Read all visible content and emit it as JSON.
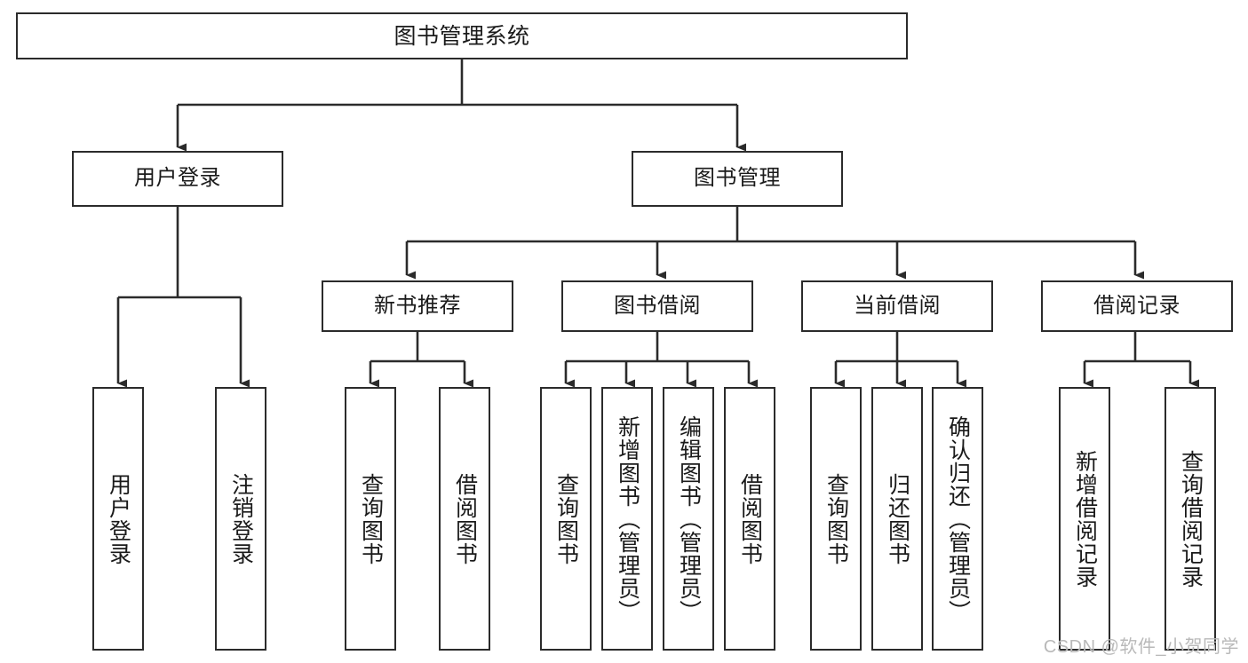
{
  "diagram": {
    "title": "图书管理系统",
    "colors": {
      "box_border": "#2b2b2b",
      "box_fill": "#ffffff",
      "edge": "#2b2b2b",
      "text": "#1a1a1a",
      "watermark": "#b9b9b9",
      "background": "#ffffff"
    },
    "root": {
      "label": "图书管理系统"
    },
    "level1": [
      {
        "label": "用户登录"
      },
      {
        "label": "图书管理"
      }
    ],
    "level2": [
      {
        "label": "新书推荐"
      },
      {
        "label": "图书借阅"
      },
      {
        "label": "当前借阅"
      },
      {
        "label": "借阅记录"
      }
    ],
    "leaves": [
      {
        "label": "用户登录",
        "parent": "用户登录"
      },
      {
        "label": "注销登录",
        "parent": "用户登录"
      },
      {
        "label": "查询图书",
        "parent": "新书推荐"
      },
      {
        "label": "借阅图书",
        "parent": "新书推荐"
      },
      {
        "label": "查询图书",
        "parent": "图书借阅"
      },
      {
        "label": "新增图书（管理员）",
        "parent": "图书借阅"
      },
      {
        "label": "编辑图书（管理员）",
        "parent": "图书借阅"
      },
      {
        "label": "借阅图书",
        "parent": "图书借阅"
      },
      {
        "label": "查询图书",
        "parent": "当前借阅"
      },
      {
        "label": "归还图书",
        "parent": "当前借阅"
      },
      {
        "label": "确认归还（管理员）",
        "parent": "当前借阅"
      },
      {
        "label": "新增借阅记录",
        "parent": "借阅记录"
      },
      {
        "label": "查询借阅记录",
        "parent": "借阅记录"
      }
    ]
  },
  "watermark": {
    "text": "CSDN @软件_小贺同学"
  }
}
